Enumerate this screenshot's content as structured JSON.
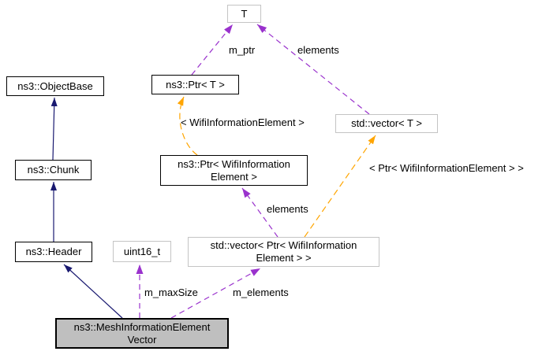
{
  "nodes": {
    "t": {
      "label": "T"
    },
    "objectbase": {
      "label": "ns3::ObjectBase"
    },
    "chunk": {
      "label": "ns3::Chunk"
    },
    "header": {
      "label": "ns3::Header"
    },
    "uint16": {
      "label": "uint16_t"
    },
    "ptr_t": {
      "label": "ns3::Ptr< T >"
    },
    "vector_t": {
      "label": "std::vector< T >"
    },
    "ptr_wifi": {
      "lines": [
        "ns3::Ptr< WifiInformation",
        "Element >"
      ]
    },
    "vector_ptr_wifi": {
      "lines": [
        "std::vector< Ptr< WifiInformation",
        "Element > >"
      ]
    },
    "mesh": {
      "lines": [
        "ns3::MeshInformationElement",
        "Vector"
      ]
    }
  },
  "edge_labels": {
    "m_ptr": "m_ptr",
    "elements_top": "elements",
    "template_wifi": "< WifiInformationElement >",
    "template_ptr_wifi": "< Ptr< WifiInformationElement > >",
    "elements_mid": "elements",
    "m_max_size": "m_maxSize",
    "m_elements": "m_elements"
  },
  "colors": {
    "inheritance": "#191970",
    "usage": "#9a32cd",
    "template": "#ffa500",
    "node-border": "#000000",
    "external-border": "#c4c4c4",
    "node-fill": "#ffffff",
    "selected-fill": "#bfbfbf",
    "text": "#000000"
  }
}
